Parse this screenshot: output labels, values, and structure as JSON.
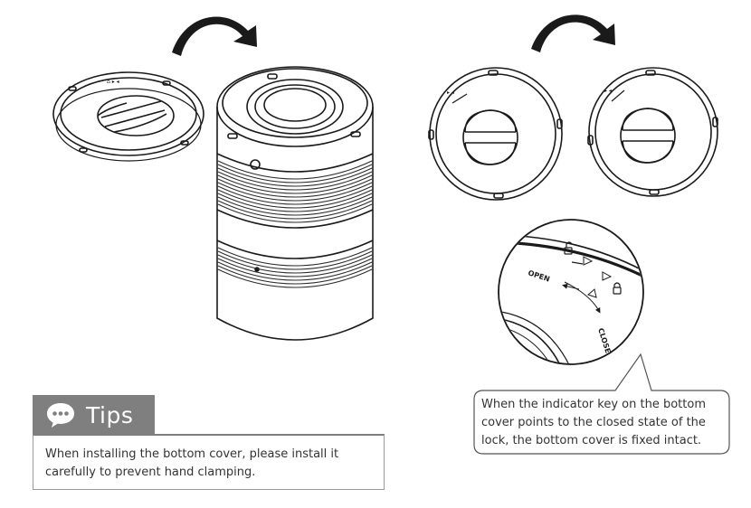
{
  "tips": {
    "title": "Tips",
    "icon": "speech-bubble-icon",
    "lines": [
      "When installing the bottom cover, please install it",
      "carefully to prevent hand clamping."
    ]
  },
  "callout": {
    "lines": [
      "When the indicator key on the bottom",
      "cover points to the closed state of the",
      "lock, the bottom cover is fixed intact."
    ]
  },
  "detail_labels": {
    "open": "OPEN",
    "close": "CLOSE"
  },
  "icons": [
    "rotate-arrow-icon",
    "unlock-icon",
    "lock-icon"
  ],
  "colors": {
    "line": "#1a1a1a",
    "tips_bar": "#7f7f7f",
    "background": "#ffffff"
  }
}
